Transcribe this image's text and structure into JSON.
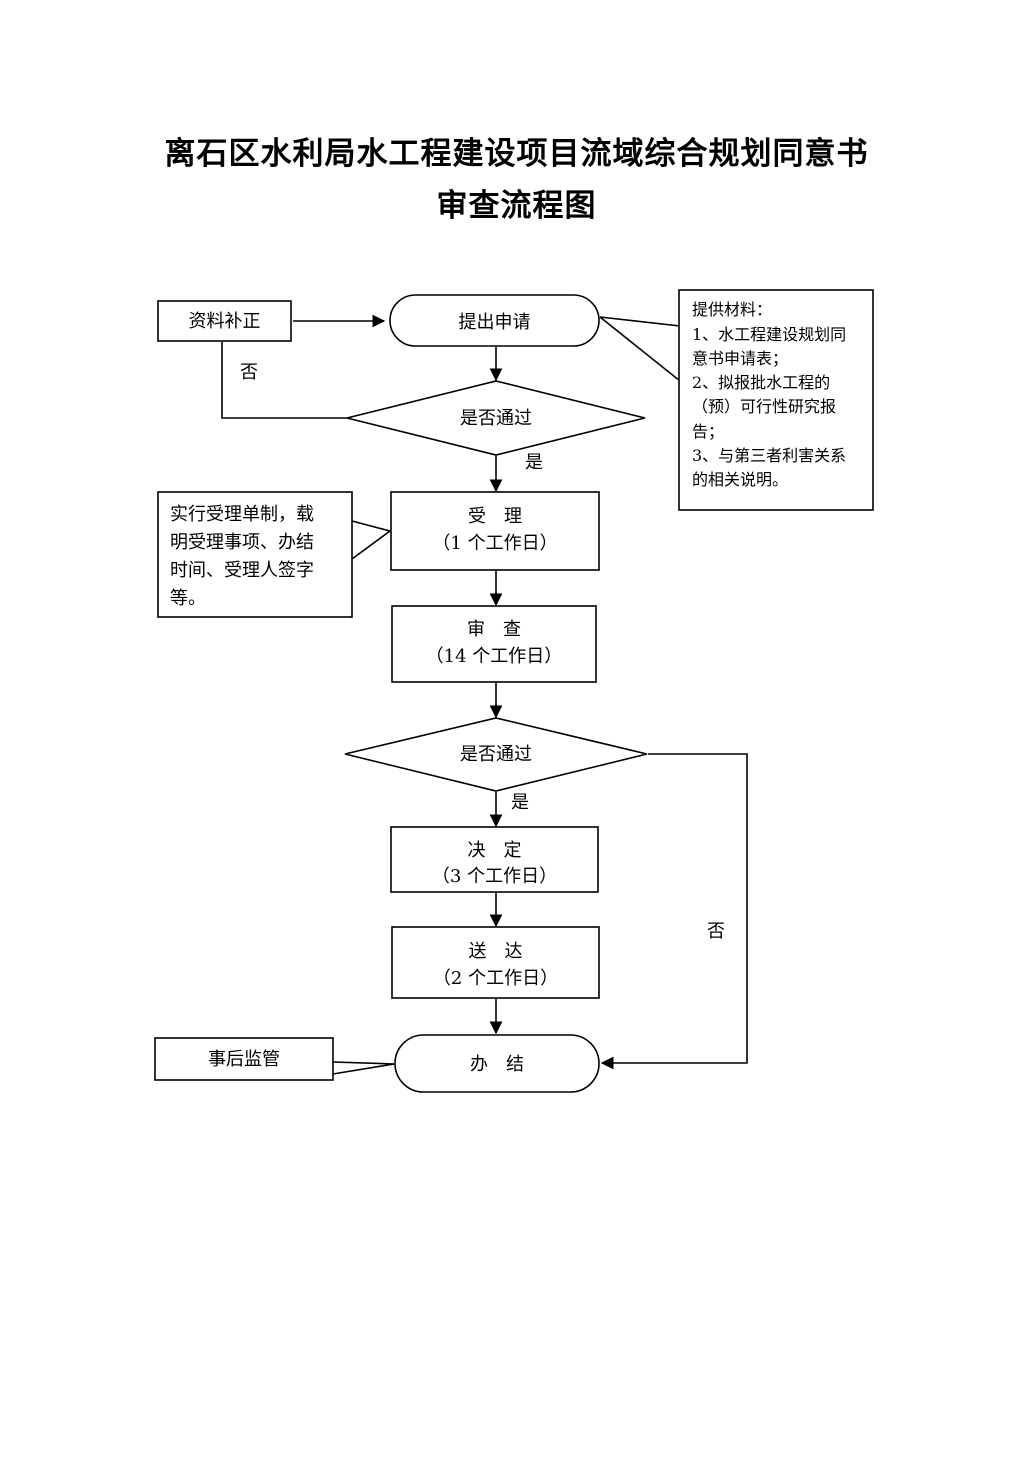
{
  "title": {
    "line1": "离石区水利局水工程建设项目流域综合规划同意书",
    "line2": "审查流程图"
  },
  "nodes": {
    "supplement": "资料补正",
    "apply": "提出申请",
    "check1": "是否通过",
    "accept": {
      "name": "受　理",
      "days": "（1 个工作日）"
    },
    "review": {
      "name": "审　查",
      "days": "（14 个工作日）"
    },
    "check2": "是否通过",
    "decide": {
      "name": "决　定",
      "days": "（3 个工作日）"
    },
    "deliver": {
      "name": "送　达",
      "days": "（2 个工作日）"
    },
    "finish": "办　结",
    "supervise": "事后监管"
  },
  "labels": {
    "no1": "否",
    "yes1": "是",
    "yes2": "是",
    "no2": "否"
  },
  "materials_note": [
    "提供材料：",
    "1、水工程建设规划同",
    "意书申请表；",
    "2、拟报批水工程的",
    "（预）可行性研究报",
    "告；",
    "3、与第三者利害关系",
    "的相关说明。"
  ],
  "accept_note": [
    "实行受理单制，载",
    "明受理事项、办结",
    "时间、受理人签字",
    "等。"
  ]
}
